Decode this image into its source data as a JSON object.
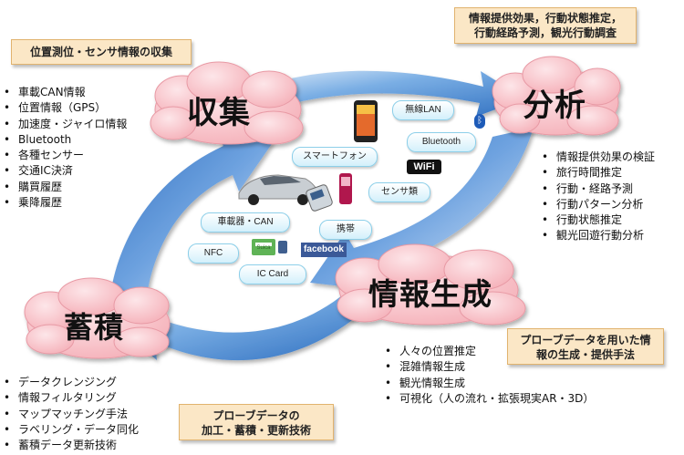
{
  "callouts": {
    "top_left": "位置測位・センサ情報の収集",
    "top_right": [
      "情報提供効果，行動状態推定，",
      "行動経路予測，観光行動調査"
    ],
    "mid_right": [
      "プローブデータを用いた情",
      "報の生成・提供手法"
    ],
    "bottom": [
      "プローブデータの",
      "加工・蓄積・更新技術"
    ]
  },
  "stages": {
    "collect": "収集",
    "analyze": "分析",
    "generate": "情報生成",
    "store": "蓄積"
  },
  "lists": {
    "collect": [
      "車載CAN情報",
      "位置情報（GPS）",
      "加速度・ジャイロ情報",
      "Bluetooth",
      "各種センサー",
      "交通IC決済",
      "購買履歴",
      "乗降履歴"
    ],
    "analyze": [
      "情報提供効果の検証",
      "旅行時間推定",
      "行動・経路予測",
      "行動パターン分析",
      "行動状態推定",
      "観光回遊行動分析"
    ],
    "generate": [
      "人々の位置推定",
      "混雑情報生成",
      "観光情報生成",
      "可視化（人の流れ・拡張現実AR・3D）"
    ],
    "store": [
      "データクレンジング",
      "情報フィルタリング",
      "マップマッチング手法",
      "ラベリング・データ同化",
      "蓄積データ更新技術"
    ]
  },
  "pills": {
    "wlan": "無線LAN",
    "bluetooth": "Bluetooth",
    "smartphone": "スマートフォン",
    "sensor": "センサ類",
    "can": "車載器・CAN",
    "keitai": "携帯",
    "nfc": "NFC",
    "iccard": "IC Card"
  },
  "logos": {
    "wifi": "WiFi",
    "facebook": "facebook",
    "suica": "Suica"
  },
  "colors": {
    "arrow": "#4a86cf",
    "cloud": "#f7c3c8",
    "callout": "#fbe7c6",
    "pill": "#d3f0fb"
  }
}
